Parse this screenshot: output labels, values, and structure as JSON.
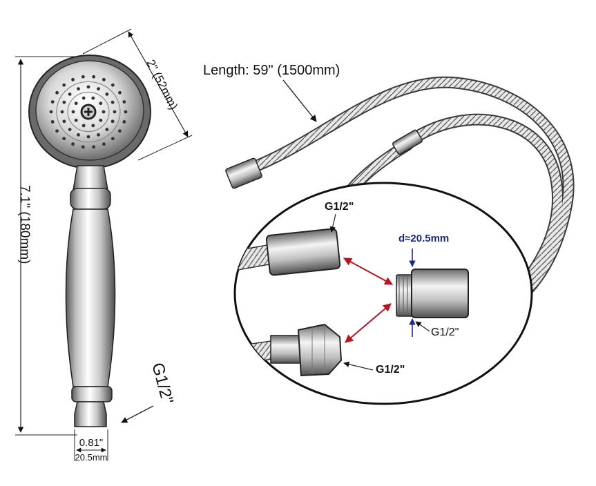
{
  "handle": {
    "head_diameter": "2\" (52mm)",
    "length": "7.1\" (180mm)",
    "connector": "G1/2\"",
    "base_inch": "0.81\"",
    "base_mm": "20.5mm"
  },
  "hose": {
    "length": "Length: 59\" (1500mm)"
  },
  "detail": {
    "top_connector": "G1/2\"",
    "bottom_connector": "G1/2\"",
    "adapter_connector": "G1/2\"",
    "adapter_diameter": "d≈20.5mm"
  },
  "colors": {
    "arrow_red": "#c0121e",
    "dimension_blue": "#1a2a8c"
  }
}
